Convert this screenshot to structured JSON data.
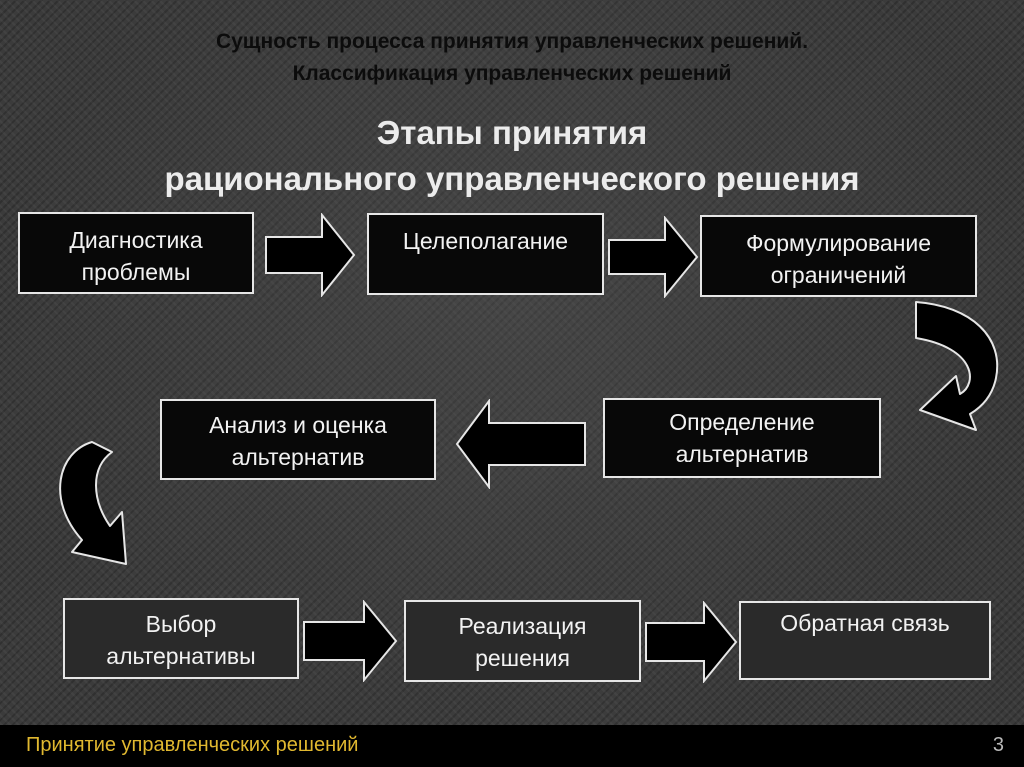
{
  "header": {
    "line1": "Сущность процесса принятия управленческих решений.",
    "line2": "Классификация управленческих решений"
  },
  "title": {
    "line1": "Этапы принятия",
    "line2": "рационального управленческого решения"
  },
  "steps": [
    {
      "lines": [
        "Диагностика",
        "проблемы"
      ]
    },
    {
      "lines": [
        "Целеполагание"
      ]
    },
    {
      "lines": [
        "Формулирование",
        "ограничений"
      ]
    },
    {
      "lines": [
        "Определение",
        "альтернатив"
      ]
    },
    {
      "lines": [
        "Анализ и оценка",
        "альтернатив"
      ]
    },
    {
      "lines": [
        "Выбор",
        "альтернативы"
      ]
    },
    {
      "lines": [
        "Реализация",
        "решения"
      ]
    },
    {
      "lines": [
        "Обратная связь"
      ]
    }
  ],
  "footer": {
    "title": "Принятие управленческих решений",
    "page": "3"
  },
  "colors": {
    "footer_text": "#e0b830",
    "box_border": "#e6e6e6"
  }
}
